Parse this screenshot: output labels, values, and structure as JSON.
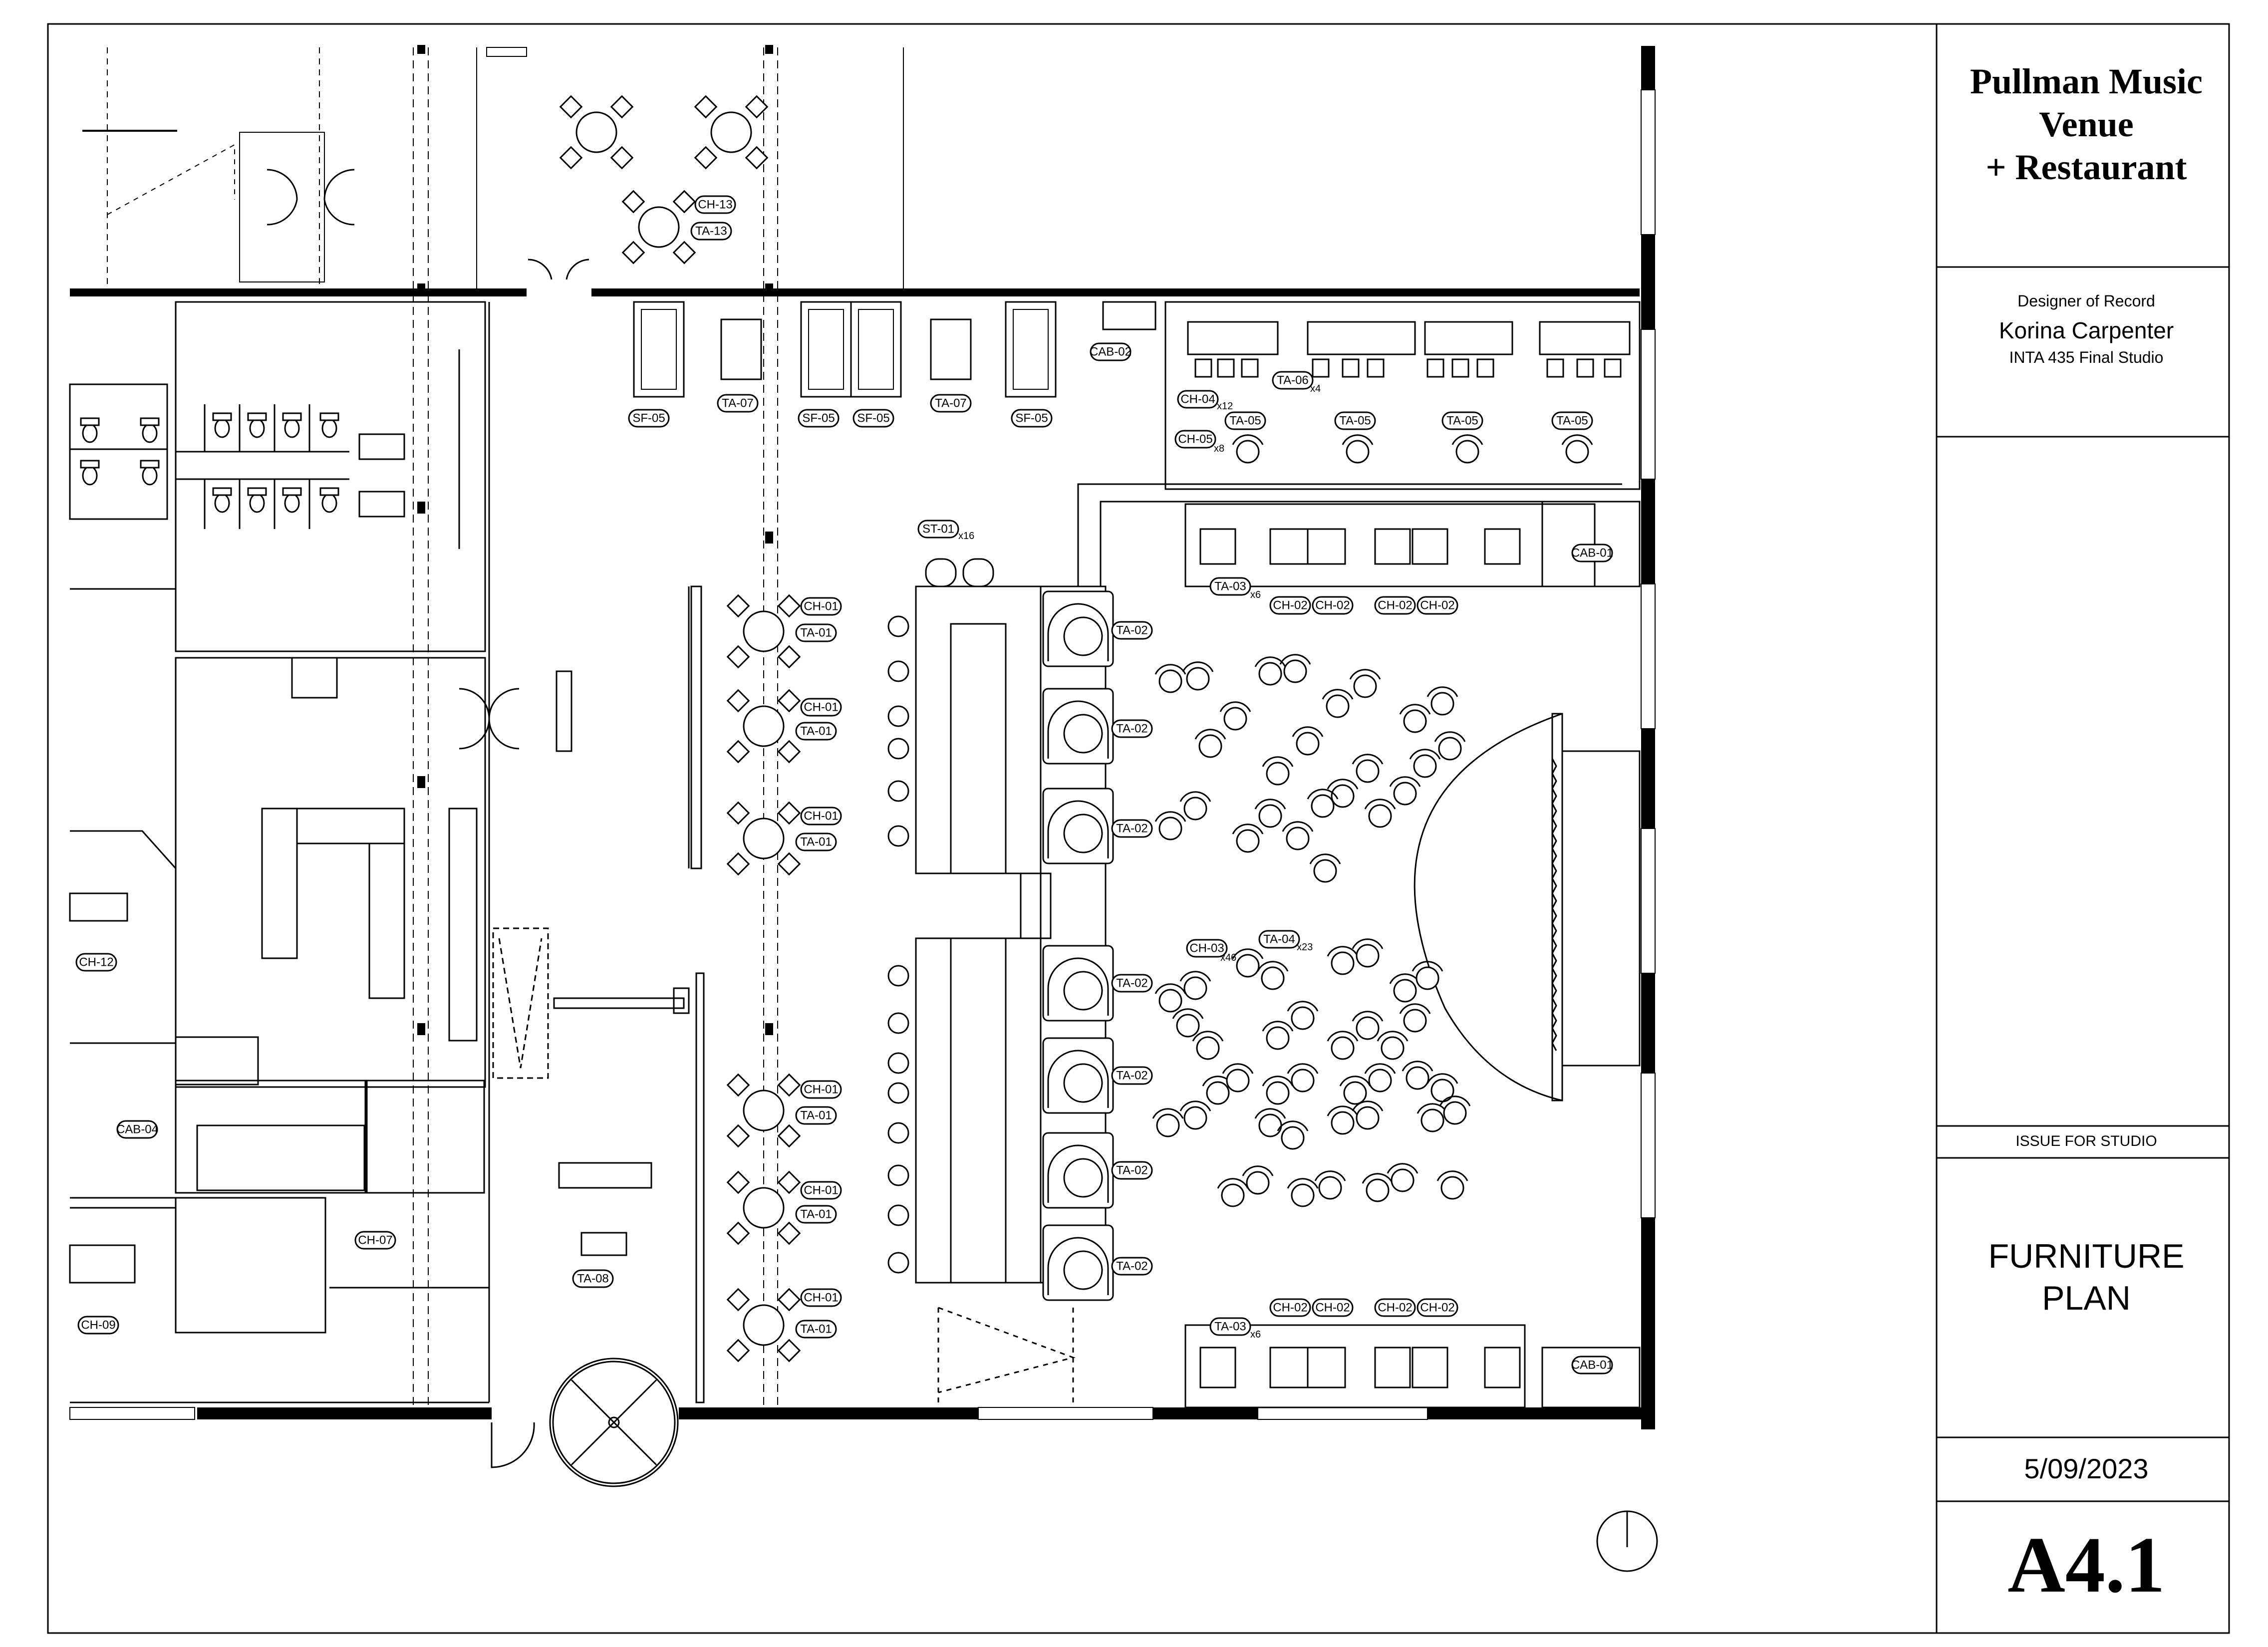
{
  "title_block": {
    "project_title": [
      "Pullman Music",
      "Venue",
      "+ Restaurant"
    ],
    "designer_label": "Designer of Record",
    "designer_name": "Korina Carpenter",
    "course": "INTA 435 Final Studio",
    "issue": "ISSUE FOR STUDIO",
    "sheet_title": [
      "FURNITURE",
      "PLAN"
    ],
    "date": "5/09/2023",
    "sheet_number": "A4.1"
  },
  "plan_tags": {
    "ch13": "CH-13",
    "ta13": "TA-13",
    "sf05": "SF-05",
    "ta07": "TA-07",
    "cab02": "CAB-02",
    "ta06": "TA-06",
    "ch04": "CH-04",
    "ch05": "CH-05",
    "ta05": "TA-05",
    "st01": "ST-01",
    "ta03": "TA-03",
    "ch02": "CH-02",
    "cab01": "CAB-01",
    "ch01": "CH-01",
    "ta01": "TA-01",
    "ta02": "TA-02",
    "ch03": "CH-03",
    "ta04": "TA-04",
    "ch12": "CH-12",
    "cab04": "CAB-04",
    "ch07": "CH-07",
    "ta08": "TA-08",
    "ch09": "CH-09"
  },
  "quantities": {
    "x12": "x12",
    "x4": "x4",
    "x8": "x8",
    "x16": "x16",
    "x6": "x6",
    "x46": "x46",
    "x23": "x23"
  }
}
